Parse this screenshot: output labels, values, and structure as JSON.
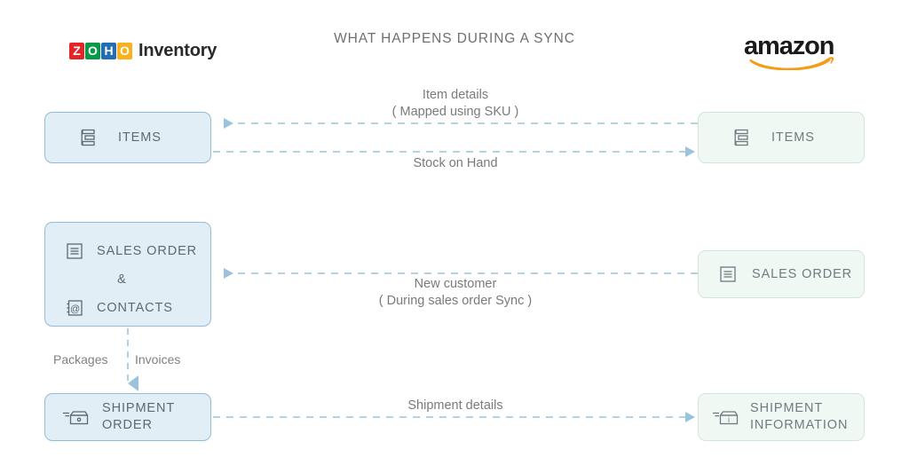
{
  "header": {
    "title": "WHAT HAPPENS DURING A SYNC",
    "left_logo": {
      "name": "zoho-inventory-logo",
      "tiles": [
        "Z",
        "O",
        "H",
        "O"
      ],
      "tile_colors": [
        "#e42527",
        "#089949",
        "#226db4",
        "#f9b21d"
      ],
      "word": "Inventory"
    },
    "right_logo": {
      "name": "amazon-logo",
      "word": "amazon",
      "smile_color": "#f59b16"
    }
  },
  "theme": {
    "zoho_fill": "#e2eef6",
    "zoho_border": "#92bcd7",
    "amazon_fill": "#f0f8f4",
    "amazon_border": "#cfe6db",
    "arrow_color": "#9cc3dd",
    "dash_color": "#9cc3dd",
    "label_color": "#7a7a7a",
    "node_text_color": "#5e6a72",
    "title_color": "#6f6f6f",
    "background": "#ffffff"
  },
  "nodes": {
    "zoho_items": {
      "label": "ITEMS",
      "icon": "items-list-icon",
      "side": "zoho"
    },
    "amazon_items": {
      "label": "ITEMS",
      "icon": "items-list-icon",
      "side": "amazon"
    },
    "zoho_sales": {
      "label_line1": "SALES ORDER",
      "label_amp": "&",
      "label_line2": "CONTACTS",
      "icon1": "document-icon",
      "icon2": "contacts-at-icon",
      "side": "zoho"
    },
    "amazon_sales": {
      "label": "SALES ORDER",
      "icon": "document-icon",
      "side": "amazon"
    },
    "zoho_shipment": {
      "label_line1": "SHIPMENT",
      "label_line2": "ORDER",
      "icon": "shipment-box-icon",
      "side": "zoho"
    },
    "amazon_shipment": {
      "label_line1": "SHIPMENT",
      "label_line2": "INFORMATION",
      "icon": "shipment-info-box-icon",
      "side": "amazon"
    }
  },
  "edges": {
    "item_details": {
      "line1": "Item details",
      "line2": "( Mapped using SKU )",
      "direction": "amazon-to-zoho"
    },
    "stock_on_hand": {
      "line1": "Stock on Hand",
      "direction": "zoho-to-amazon"
    },
    "new_customer": {
      "line1": "New customer",
      "line2": "( During sales order Sync )",
      "direction": "amazon-to-zoho"
    },
    "shipment_details": {
      "line1": "Shipment details",
      "direction": "zoho-to-amazon"
    },
    "internal_flow": {
      "left_label": "Packages",
      "right_label": "Invoices",
      "direction": "sales-to-shipment"
    }
  }
}
